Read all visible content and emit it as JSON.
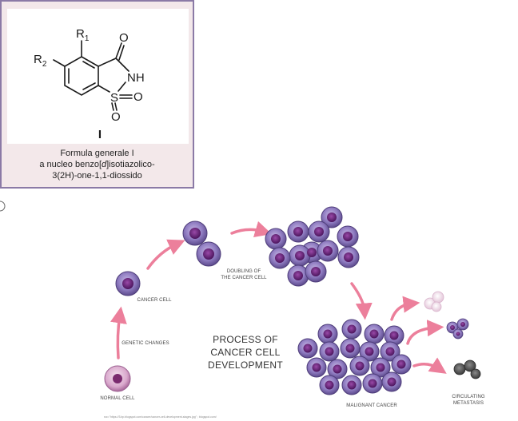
{
  "structure": {
    "substituent_r1": "R",
    "substituent_r1_sub": "1",
    "substituent_r2": "R",
    "substituent_r2_sub": "2",
    "atom_o_top": "O",
    "atom_nh": "NH",
    "atom_s": "S",
    "atom_o_right": "O",
    "atom_o_bottom": "O",
    "compound_label": "I"
  },
  "caption": {
    "line1": "Formula generale I",
    "line2": "a nucleo benzo[d]isotiazolico-",
    "line3": "3(2H)-one-1,1-diossido"
  },
  "diagram": {
    "title_lines": [
      "PROCESS OF",
      "CANCER CELL",
      "DEVELOPMENT"
    ],
    "labels": {
      "normal_cell": "NORMAL CELL",
      "genetic_changes": "GENETIC CHANGES",
      "cancer_cell": "CANCER CELL",
      "doubling_line1": "DOUBLING OF",
      "doubling_line2": "THE CANCER CELL",
      "malignant_cancer": "MALIGNANT CANCER",
      "circulating_line1": "CIRCULATING",
      "circulating_line2": "METASTASIS"
    },
    "source_url": "src=\"https://3.bp.blogspot.com/cancer/cancer-cell-development-stages.jpg\" ; blogspot.com/"
  },
  "colors": {
    "caption_border": "#8b7aa6",
    "caption_bg": "#f3e8ea",
    "arrow": "#ec7f9b",
    "cell_outer": "#8e7bc0",
    "cell_outer_dark": "#5c4a8c",
    "cell_nucleus": "#5a1f6e",
    "normal_cell": "#c58ab8",
    "metastasis_pale": "#e7c8dc",
    "metastasis_dark": "#555555"
  }
}
